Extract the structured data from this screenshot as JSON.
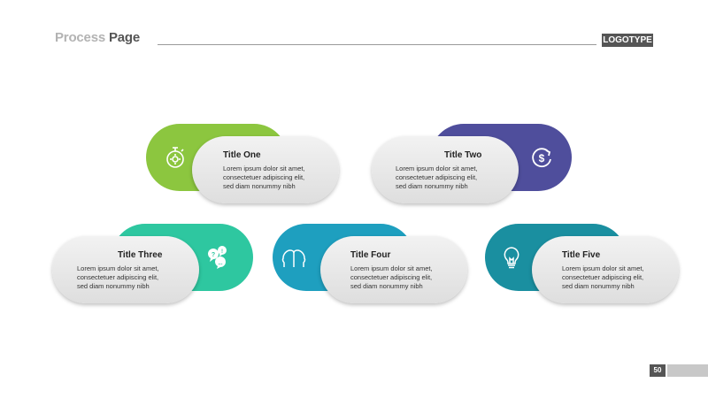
{
  "header": {
    "title_prefix": "Process",
    "title_accent": "Page",
    "logo": "LOGOTYPE"
  },
  "cards": [
    {
      "title": "Title One",
      "body_lines": [
        "Lorem ipsum dolor sit amet,",
        "consectetuer adipiscing elit,",
        "sed diam nonummy nibh"
      ],
      "color": "#8cc63f",
      "icon": "stopwatch-gear-icon"
    },
    {
      "title": "Title Two",
      "body_lines": [
        "Lorem ipsum dolor sit amet,",
        "consectetuer adipiscing elit,",
        "sed diam nonummy nibh"
      ],
      "color": "#4f4e9c",
      "icon": "dollar-cycle-icon"
    },
    {
      "title": "Title Three",
      "body_lines": [
        "Lorem ipsum dolor sit amet,",
        "consectetuer adipiscing elit,",
        "sed diam nonummy nibh"
      ],
      "color": "#2ec7a0",
      "icon": "speech-bubbles-icon"
    },
    {
      "title": "Title Four",
      "body_lines": [
        "Lorem ipsum dolor sit amet,",
        "consectetuer adipiscing elit,",
        "sed diam nonummy nibh"
      ],
      "color": "#1e9fbf",
      "icon": "two-heads-icon"
    },
    {
      "title": "Title Five",
      "body_lines": [
        "Lorem ipsum dolor sit amet,",
        "consectetuer adipiscing elit,",
        "sed diam nonummy nibh"
      ],
      "color": "#1a8fa0",
      "icon": "lightbulb-icon"
    }
  ],
  "footer": {
    "page_number": "50"
  }
}
